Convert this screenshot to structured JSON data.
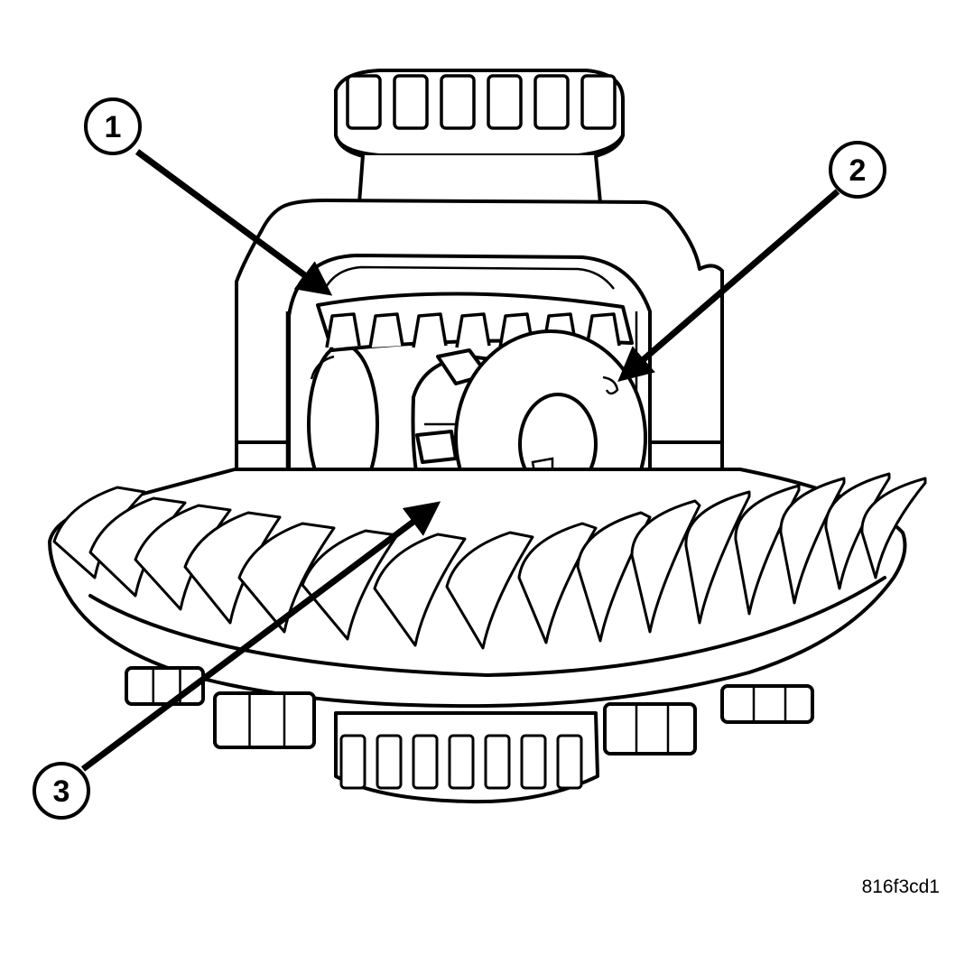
{
  "figure": {
    "id_label": "816f3cd1"
  },
  "callouts": [
    {
      "number": "1"
    },
    {
      "number": "2"
    },
    {
      "number": "3"
    }
  ],
  "colors": {
    "line": "#000000",
    "background": "#ffffff"
  }
}
